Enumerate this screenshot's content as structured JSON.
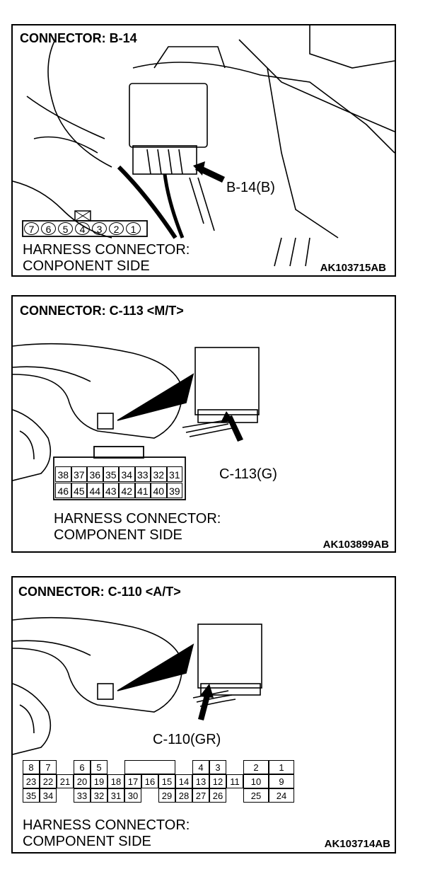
{
  "panels": [
    {
      "title": "CONNECTOR: B-14",
      "callout": "B-14(B)",
      "note_line1": "HARNESS CONNECTOR:",
      "note_line2": "CONPONENT SIDE",
      "code": "AK103715AB",
      "pins": [
        "7",
        "6",
        "5",
        "4",
        "3",
        "2",
        "1"
      ]
    },
    {
      "title": "CONNECTOR: C-113 <M/T>",
      "callout": "C-113(G)",
      "note_line1": "HARNESS CONNECTOR:",
      "note_line2": "COMPONENT SIDE",
      "code": "AK103899AB",
      "pins_row1": [
        "38",
        "37",
        "36",
        "35",
        "34",
        "33",
        "32",
        "31"
      ],
      "pins_row2": [
        "46",
        "45",
        "44",
        "43",
        "42",
        "41",
        "40",
        "39"
      ]
    },
    {
      "title": "CONNECTOR: C-110 <A/T>",
      "callout": "C-110(GR)",
      "note_line1": "HARNESS CONNECTOR:",
      "note_line2": "COMPONENT SIDE",
      "code": "AK103714AB",
      "pins_row1": [
        "8",
        "7",
        "6",
        "5",
        "4",
        "3",
        "2",
        "1"
      ],
      "pins_row2": [
        "23",
        "22",
        "21",
        "20",
        "19",
        "18",
        "17",
        "16",
        "15",
        "14",
        "13",
        "12",
        "11",
        "10",
        "9"
      ],
      "pins_row3": [
        "35",
        "34",
        "33",
        "32",
        "31",
        "30",
        "29",
        "28",
        "27",
        "26",
        "25",
        "24"
      ]
    }
  ]
}
